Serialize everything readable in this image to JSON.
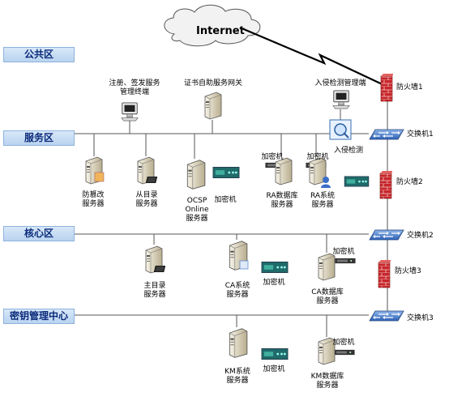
{
  "internet": "Internet",
  "zones": {
    "public": "公共区",
    "service": "服务区",
    "core": "核心区",
    "key_center": "密钥管理中心"
  },
  "firewalls": [
    "防火墙1",
    "防火墙2",
    "防火墙3"
  ],
  "switches": [
    "交换机1",
    "交换机2",
    "交换机3"
  ],
  "labels": {
    "reg_terminal": "注册、签发服务\n管理终端",
    "cert_gateway": "证书自助服务网关",
    "ids_mgmt": "入侵检测管理端",
    "ids": "入侵检测",
    "anti_tamper": "防篡改\n服务器",
    "slave_dir": "从目录\n服务器",
    "ocsp": "OCSP\nOnline\n服务器",
    "crypto1": "加密机",
    "crypto_ra_db": "加密机",
    "ra_db": "RA数据库\n服务器",
    "crypto_ra_sys": "加密机",
    "ra_sys": "RA系统\n服务器",
    "master_dir": "主目录\n服务器",
    "ca_sys": "CA系统\n服务器",
    "crypto_ca_sys": "加密机",
    "crypto_ca_db": "加密机",
    "ca_db": "CA数据库\n服务器",
    "km_sys": "KM系统\n服务器",
    "crypto_km_sys": "加密机",
    "crypto_km_db": "加密机",
    "km_db": "KM数据库\n服务器"
  }
}
